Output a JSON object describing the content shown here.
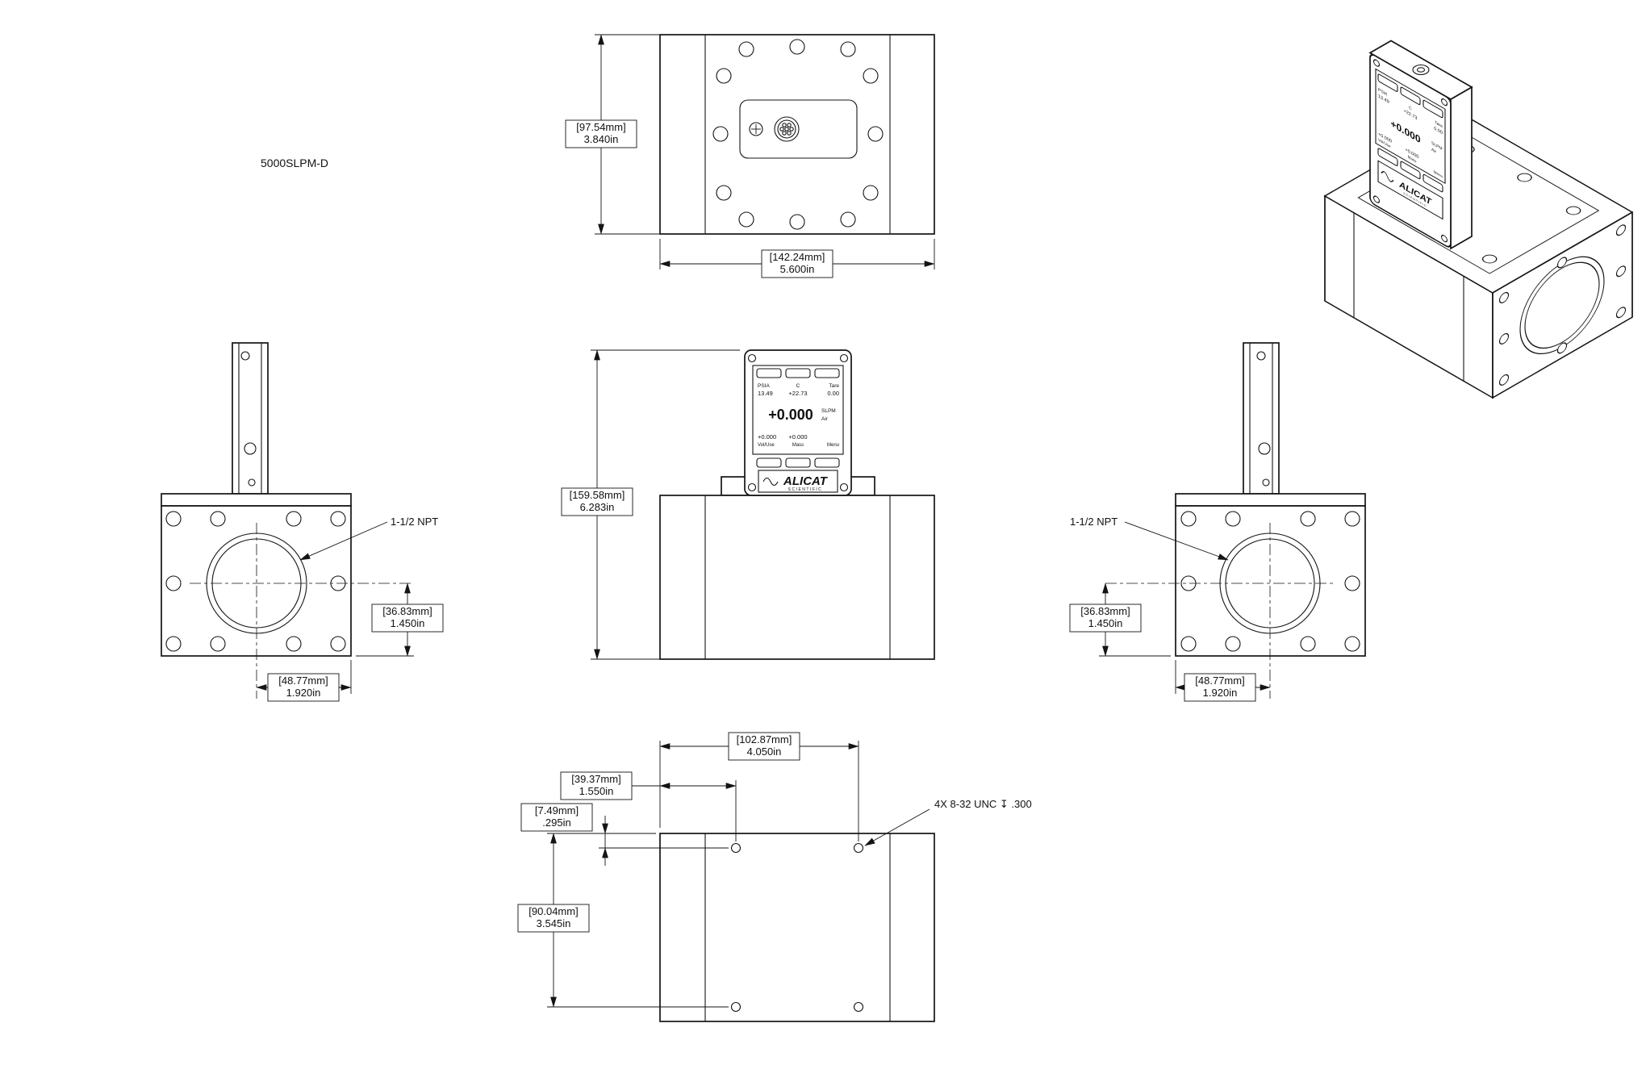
{
  "title": "5000SLPM-D",
  "dimensions": {
    "body_width": {
      "mm": "[97.54mm]",
      "in": "3.840in"
    },
    "body_length": {
      "mm": "[142.24mm]",
      "in": "5.600in"
    },
    "overall_height": {
      "mm": "[159.58mm]",
      "in": "6.283in"
    },
    "port_height": {
      "mm": "[36.83mm]",
      "in": "1.450in"
    },
    "port_offset": {
      "mm": "[48.77mm]",
      "in": "1.920in"
    },
    "hole_span": {
      "mm": "[102.87mm]",
      "in": "4.050in"
    },
    "hole_offset": {
      "mm": "[39.37mm]",
      "in": "1.550in"
    },
    "hole_edge": {
      "mm": "[7.49mm]",
      "in": ".295in"
    },
    "hole_depth_span": {
      "mm": "[90.04mm]",
      "in": "3.545in"
    }
  },
  "callouts": {
    "npt_port": "1-1/2 NPT",
    "tap_note": "4X 8-32 UNC ↧ .300"
  },
  "display": {
    "pressure_label": "PSIA",
    "pressure_value": "13.49",
    "temp_label": "C",
    "temp_value": "+22.73",
    "tare_label": "Tare",
    "tare_value": "0.00",
    "flow_value": "+0.000",
    "flow_unit": "SLPM",
    "flow_gas": "Air",
    "aux1_value": "+0.000",
    "aux1_label": "Vol/Use",
    "aux2_value": "+0.000",
    "aux2_label": "Mass",
    "menu_label": "Menu",
    "brand": "ALICAT",
    "brand_sub": "SCIENTIFIC"
  }
}
